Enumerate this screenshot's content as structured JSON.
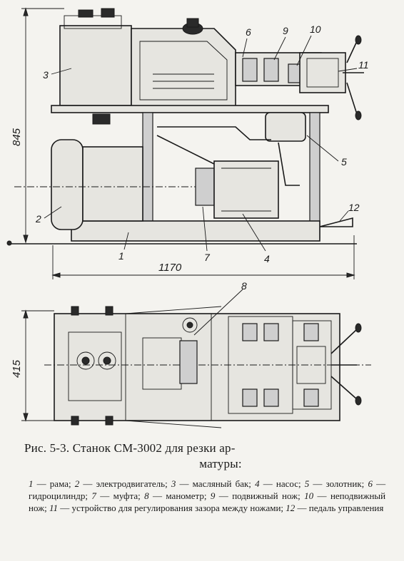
{
  "figure": {
    "dimensions": {
      "height_side": "845",
      "length": "1170",
      "height_top": "415"
    },
    "callouts": {
      "c1": "1",
      "c2": "2",
      "c3": "3",
      "c4": "4",
      "c5": "5",
      "c6": "6",
      "c7": "7",
      "c8": "8",
      "c9": "9",
      "c10": "10",
      "c11": "11",
      "c12": "12"
    }
  },
  "caption": {
    "title_line1": "Рис. 5-3.  Станок  СМ-3002  для резки ар-",
    "title_line2": "матуры:"
  },
  "legend": [
    {
      "num": "1",
      "sep": " — ",
      "text": "рама;"
    },
    {
      "num": "2",
      "sep": " — ",
      "text": "электродвигатель;"
    },
    {
      "num": "3",
      "sep": " — ",
      "text": "масляный бак;"
    },
    {
      "num": "4",
      "sep": " — ",
      "text": "насос;"
    },
    {
      "num": "5",
      "sep": " — ",
      "text": "золотник;"
    },
    {
      "num": "6",
      "sep": " — ",
      "text": "гидроцилиндр;"
    },
    {
      "num": "7",
      "sep": " — ",
      "text": "муфта;"
    },
    {
      "num": "8",
      "sep": " — ",
      "text": "манометр;"
    },
    {
      "num": "9",
      "sep": " — ",
      "text": "подвижный нож;"
    },
    {
      "num": "10",
      "sep": " — ",
      "text": "неподвижный нож;"
    },
    {
      "num": "11",
      "sep": " — ",
      "text": "устройство для регулирования зазора между ножами;"
    },
    {
      "num": "12",
      "sep": " — ",
      "text": "педаль управления"
    }
  ]
}
